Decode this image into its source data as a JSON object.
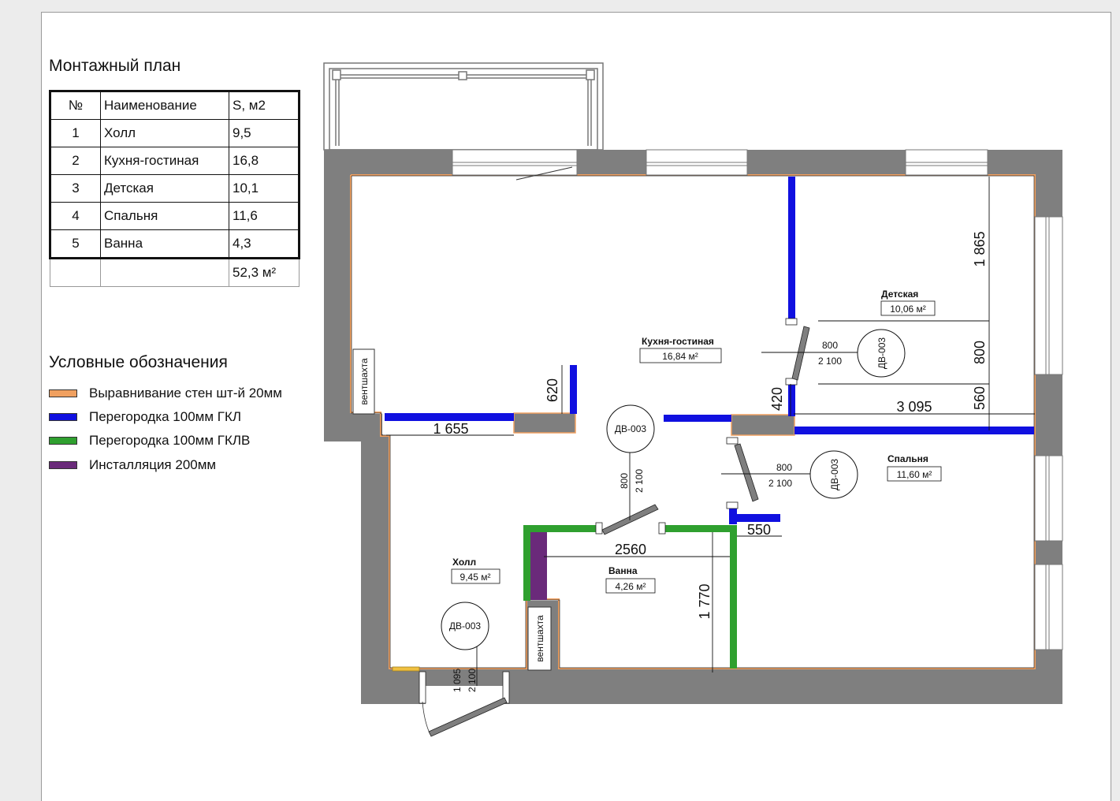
{
  "plan_title": "Монтажный план",
  "table": {
    "headers": [
      "№",
      "Наименование",
      "S, м2"
    ],
    "rows": [
      [
        "1",
        "Холл",
        "9,5"
      ],
      [
        "2",
        "Кухня-гостиная",
        "16,8"
      ],
      [
        "3",
        "Детская",
        "10,1"
      ],
      [
        "4",
        "Спальня",
        "11,6"
      ],
      [
        "5",
        "Ванна",
        "4,3"
      ]
    ],
    "total": "52,3 м²"
  },
  "legend": {
    "title": "Условные обозначения",
    "items": [
      {
        "label": "Выравнивание стен шт-й 20мм",
        "color": "#f0a060"
      },
      {
        "label": "Перегородка 100мм ГКЛ",
        "color": "#1010e0"
      },
      {
        "label": "Перегородка 100мм ГКЛВ",
        "color": "#2fa02f"
      },
      {
        "label": "Инсталляция 200мм",
        "color": "#6a2a7a"
      }
    ]
  },
  "rooms": {
    "kitchen": {
      "name": "Кухня-гостиная",
      "area": "16,84 м²"
    },
    "kids": {
      "name": "Детская",
      "area": "10,06 м²"
    },
    "bedroom": {
      "name": "Спальня",
      "area": "11,60 м²"
    },
    "hall": {
      "name": "Холл",
      "area": "9,45 м²"
    },
    "bath": {
      "name": "Ванна",
      "area": "4,26 м²"
    }
  },
  "shaft_label": "вентшахта",
  "doors": {
    "kids": {
      "tag": "ДВ-003",
      "width": "800",
      "height": "2 100"
    },
    "bedroom": {
      "tag": "ДВ-003",
      "width": "800",
      "height": "2 100"
    },
    "bath": {
      "tag": "ДВ-003",
      "width": "800",
      "height": "2 100"
    },
    "entry": {
      "tag": "ДВ-003",
      "width": "1 095",
      "height": "2 100"
    }
  },
  "dimensions": {
    "d1865": "1 865",
    "d800": "800",
    "d560": "560",
    "d3095": "3 095",
    "d420": "420",
    "d620": "620",
    "d1655": "1 655",
    "d550": "550",
    "d2560": "2560",
    "d1770": "1 770"
  },
  "colors": {
    "wall": "#7f7f7f",
    "gkl": "#1010e0",
    "gklv": "#2fa02f",
    "install": "#6a2a7a",
    "finish": "#f0a060"
  }
}
